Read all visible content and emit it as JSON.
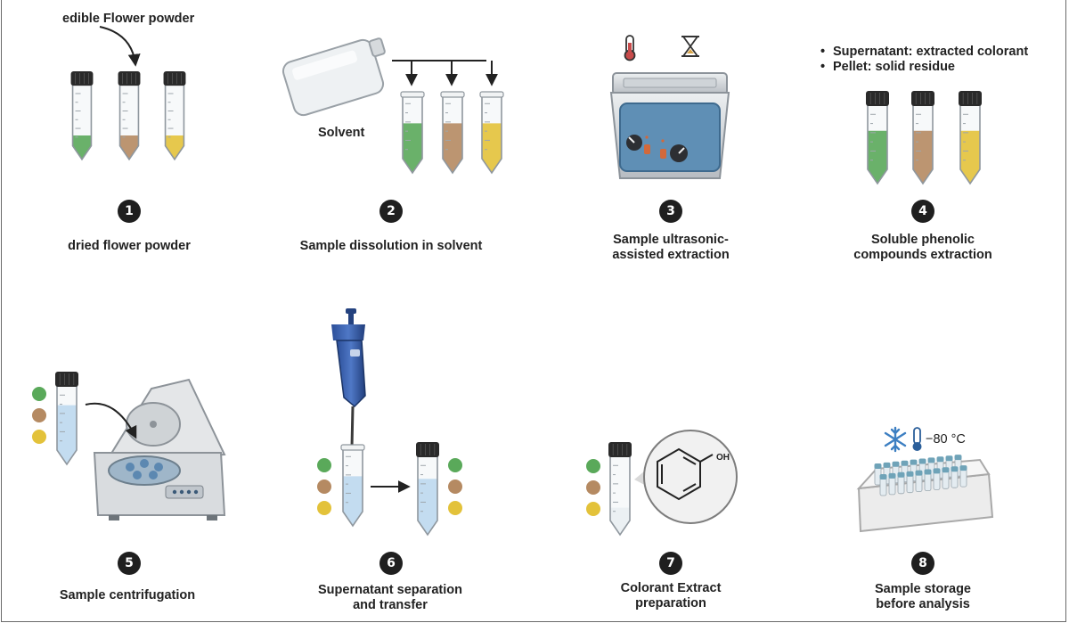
{
  "steps": [
    {
      "number": "1",
      "caption": [
        "dried flower powder"
      ]
    },
    {
      "number": "2",
      "caption": [
        "Sample dissolution in solvent"
      ]
    },
    {
      "number": "3",
      "caption": [
        "Sample ultrasonic-",
        "assisted extraction"
      ]
    },
    {
      "number": "4",
      "caption": [
        "Soluble phenolic",
        "compounds extraction"
      ]
    },
    {
      "number": "5",
      "caption": [
        "Sample centrifugation"
      ]
    },
    {
      "number": "6",
      "caption": [
        "Supernatant separation",
        "and transfer"
      ]
    },
    {
      "number": "7",
      "caption": [
        "Colorant Extract",
        "preparation"
      ]
    },
    {
      "number": "8",
      "caption": [
        "Sample storage",
        "before analysis"
      ]
    }
  ],
  "labels": {
    "edible_powder": "edible Flower powder",
    "solvent": "Solvent",
    "oh_group": "OH",
    "storage_temperature": "−80 °C"
  },
  "notes": [
    "Supernatant: extracted colorant",
    "Pellet: solid residue"
  ],
  "colors": {
    "green": "#5aa95a",
    "brown": "#b58a62",
    "yellow": "#e3c23a",
    "cap": "#2a2a2a",
    "water": "#bcd8ee",
    "badge": "#1f1f1f"
  }
}
